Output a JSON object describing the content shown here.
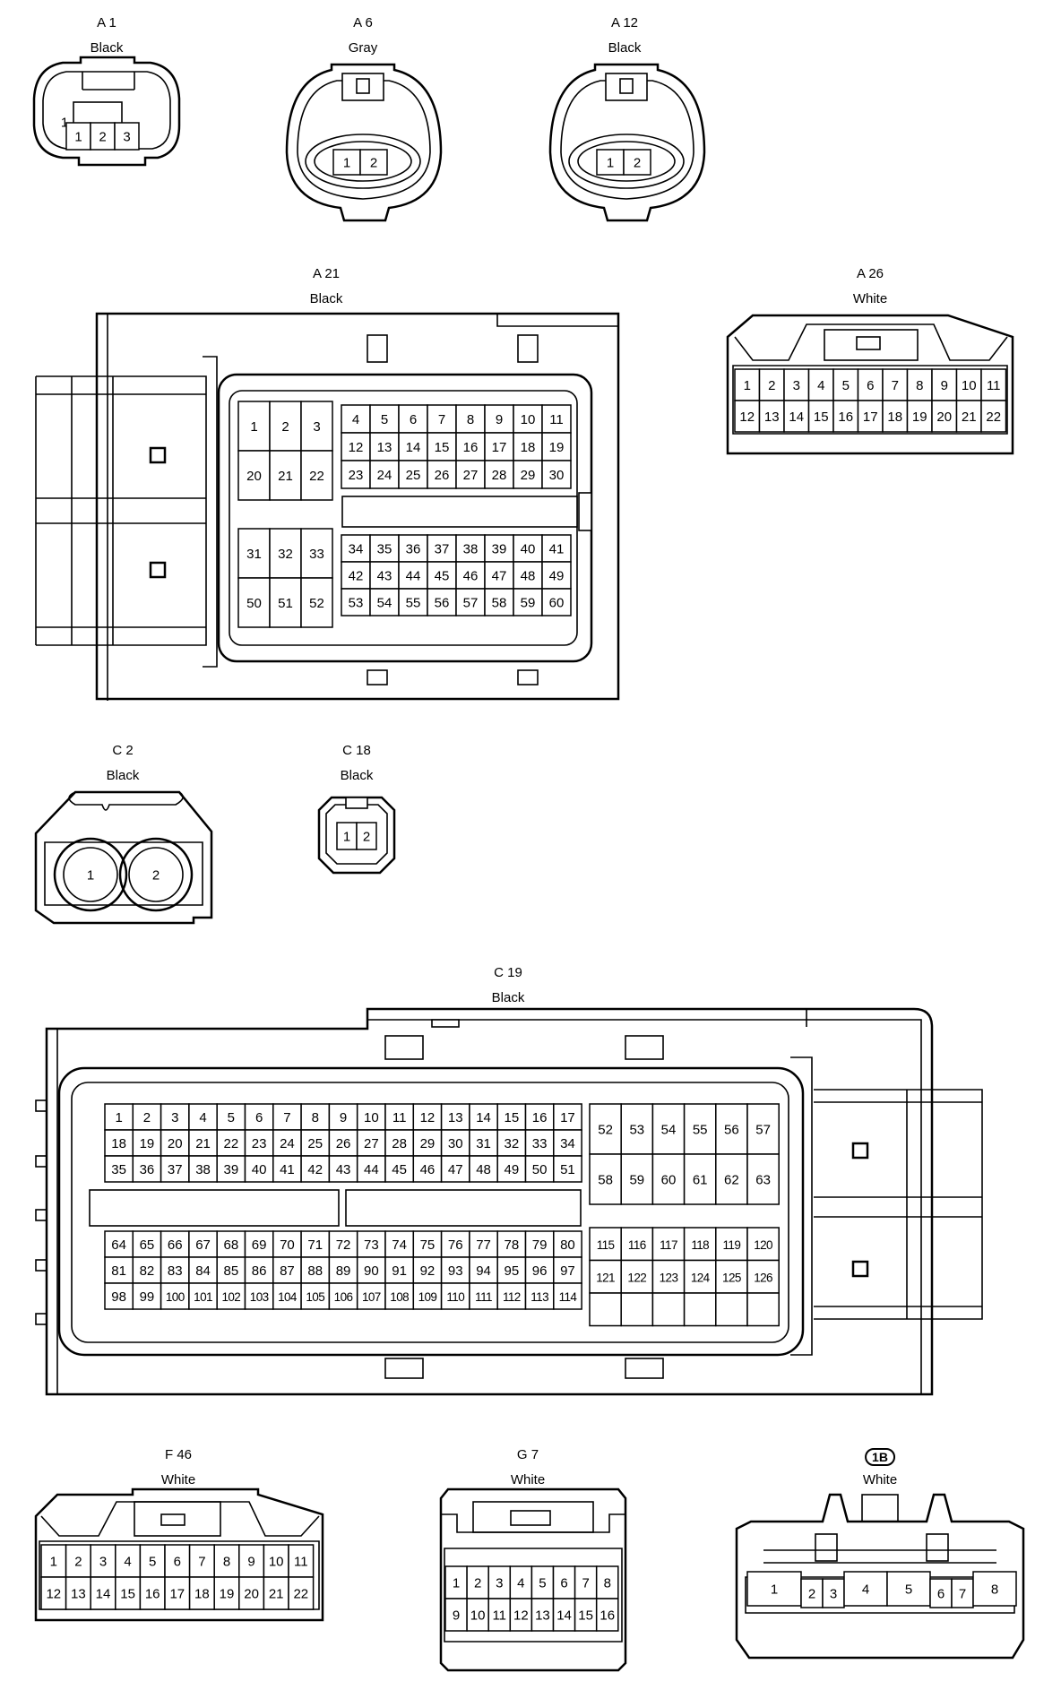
{
  "connectors": [
    {
      "id": "a1",
      "code": "A 1",
      "color": "Black",
      "pins": [
        1,
        2,
        3
      ]
    },
    {
      "id": "a6",
      "code": "A 6",
      "color": "Gray",
      "pins": [
        1,
        2
      ]
    },
    {
      "id": "a12",
      "code": "A 12",
      "color": "Black",
      "pins": [
        1,
        2
      ]
    },
    {
      "id": "a21",
      "code": "A 21",
      "color": "Black",
      "pins": [
        1,
        2,
        3,
        20,
        21,
        22,
        4,
        5,
        6,
        7,
        8,
        9,
        10,
        11,
        12,
        13,
        14,
        15,
        16,
        17,
        18,
        19,
        23,
        24,
        25,
        26,
        27,
        28,
        29,
        30,
        31,
        32,
        33,
        50,
        51,
        52,
        34,
        35,
        36,
        37,
        38,
        39,
        40,
        41,
        42,
        43,
        44,
        45,
        46,
        47,
        48,
        49,
        53,
        54,
        55,
        56,
        57,
        58,
        59,
        60
      ]
    },
    {
      "id": "a26",
      "code": "A 26",
      "color": "White",
      "pins": [
        1,
        2,
        3,
        4,
        5,
        6,
        7,
        8,
        9,
        10,
        11,
        12,
        13,
        14,
        15,
        16,
        17,
        18,
        19,
        20,
        21,
        22
      ]
    },
    {
      "id": "c2",
      "code": "C 2",
      "color": "Black",
      "pins": [
        1,
        2
      ]
    },
    {
      "id": "c18",
      "code": "C 18",
      "color": "Black",
      "pins": [
        1,
        2
      ]
    },
    {
      "id": "c19",
      "code": "C 19",
      "color": "Black",
      "pins": [
        1,
        2,
        3,
        4,
        5,
        6,
        7,
        8,
        9,
        10,
        11,
        12,
        13,
        14,
        15,
        16,
        17,
        18,
        19,
        20,
        21,
        22,
        23,
        24,
        25,
        26,
        27,
        28,
        29,
        30,
        31,
        32,
        33,
        34,
        35,
        36,
        37,
        38,
        39,
        40,
        41,
        42,
        43,
        44,
        45,
        46,
        47,
        48,
        49,
        50,
        51,
        52,
        53,
        54,
        55,
        56,
        57,
        58,
        59,
        60,
        61,
        62,
        63,
        64,
        65,
        66,
        67,
        68,
        69,
        70,
        71,
        72,
        73,
        74,
        75,
        76,
        77,
        78,
        79,
        80,
        81,
        82,
        83,
        84,
        85,
        86,
        87,
        88,
        89,
        90,
        91,
        92,
        93,
        94,
        95,
        96,
        97,
        98,
        99,
        100,
        101,
        102,
        103,
        104,
        105,
        106,
        107,
        108,
        109,
        110,
        111,
        112,
        113,
        114,
        115,
        116,
        117,
        118,
        119,
        120,
        121,
        122,
        123,
        124,
        125,
        126
      ]
    },
    {
      "id": "f46",
      "code": "F 46",
      "color": "White",
      "pins": [
        1,
        2,
        3,
        4,
        5,
        6,
        7,
        8,
        9,
        10,
        11,
        12,
        13,
        14,
        15,
        16,
        17,
        18,
        19,
        20,
        21,
        22
      ]
    },
    {
      "id": "g7",
      "code": "G 7",
      "color": "White",
      "pins": [
        1,
        2,
        3,
        4,
        5,
        6,
        7,
        8,
        9,
        10,
        11,
        12,
        13,
        14,
        15,
        16
      ]
    },
    {
      "id": "1b",
      "code": "1B",
      "color": "White",
      "pins": [
        1,
        2,
        3,
        4,
        5,
        6,
        7,
        8
      ]
    }
  ]
}
